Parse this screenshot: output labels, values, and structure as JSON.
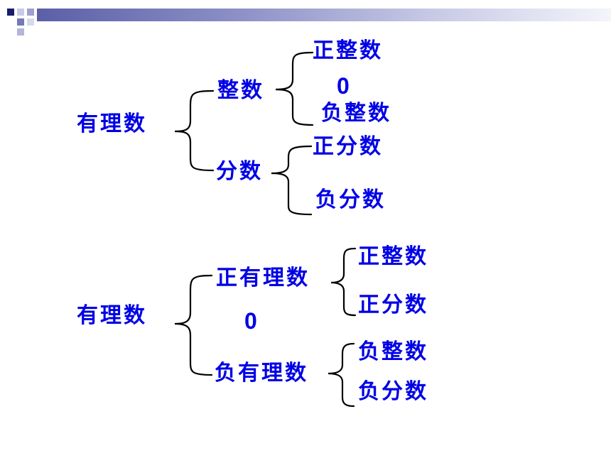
{
  "diagram1": {
    "root": "有理数",
    "integer": {
      "label": "整数",
      "children": [
        "正整数",
        "0",
        "负整数"
      ]
    },
    "fraction": {
      "label": "分数",
      "children": [
        "正分数",
        "负分数"
      ]
    }
  },
  "diagram2": {
    "root": "有理数",
    "positive": {
      "label": "正有理数",
      "children": [
        "正整数",
        "正分数"
      ]
    },
    "zero": "0",
    "negative": {
      "label": "负有理数",
      "children": [
        "负整数",
        "负分数"
      ]
    }
  },
  "colors": {
    "text": "#0000e6",
    "brace": "#000000",
    "accent": "#2d2f8a"
  }
}
